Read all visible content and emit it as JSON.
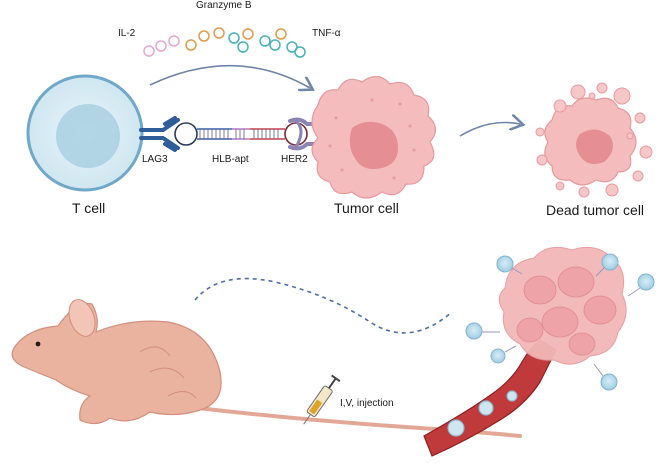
{
  "labels": {
    "granzyme": "Granzyme B",
    "il2": "IL-2",
    "tnf": "TNF-α",
    "lag3": "LAG3",
    "aptamer": "HLB-apt",
    "her2": "HER2",
    "t_cell": "T cell",
    "tumor_cell": "Tumor cell",
    "dead_tumor_cell": "Dead tumor cell",
    "injection": "I,V, injection"
  },
  "colors": {
    "t_cell_fill": "#d6ebf3",
    "t_cell_border": "#6fa8c8",
    "tumor_fill": "#f4b8b8",
    "tumor_nucleus": "#e58f95",
    "lag3": "#2f5d9a",
    "her2": "#8c84b4",
    "aptamer_blue": "#3c5ea8",
    "aptamer_red": "#c8404a",
    "arrow": "#6e86a8",
    "il2": "#e7a6d6",
    "granzyme": "#e39a4a",
    "tnf": "#43b3b8",
    "mouse": "#e9b3a0",
    "vessel": "#c0393b"
  },
  "icons": [
    "t-cell-icon",
    "tumor-cell-icon",
    "dead-tumor-cell-icon",
    "mouse-icon",
    "syringe-icon",
    "blood-vessel-icon",
    "tumor-mass-icon"
  ]
}
